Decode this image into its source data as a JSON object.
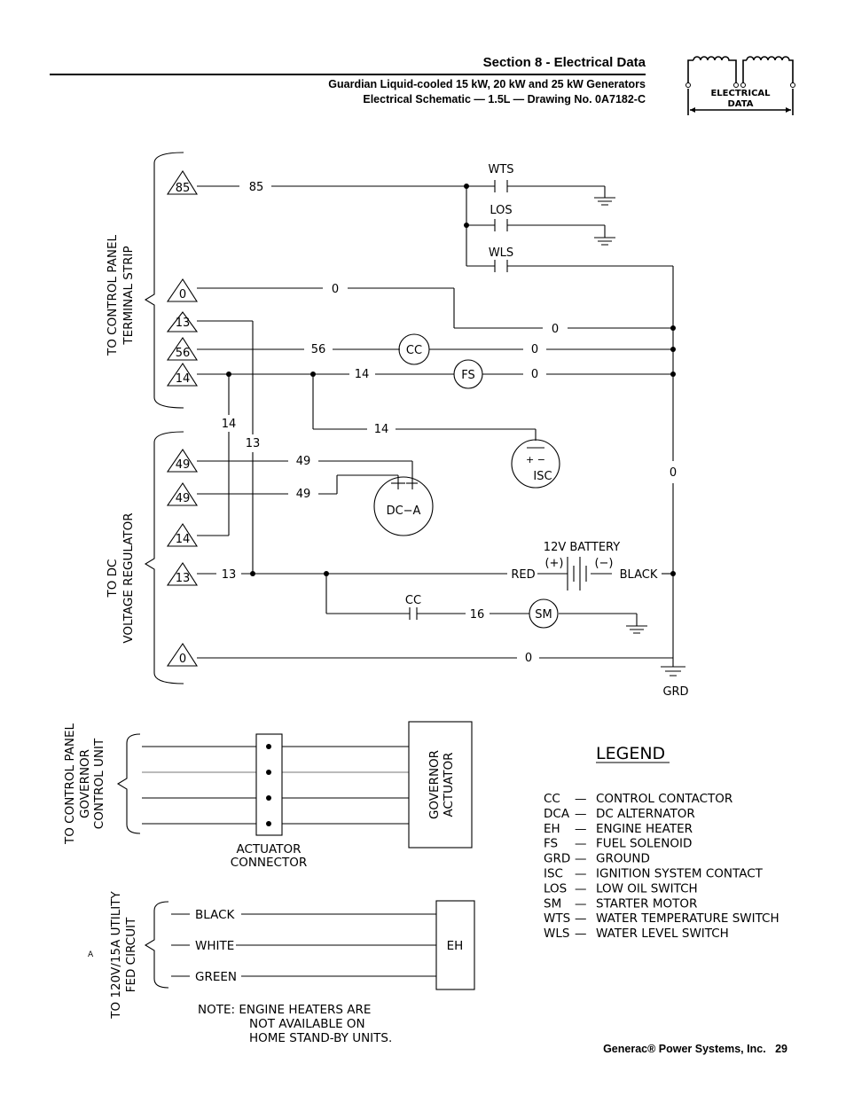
{
  "header": {
    "section": "Section 8 - Electrical Data",
    "line1": "Guardian Liquid-cooled 15 kW, 20 kW and 25 kW Generators",
    "line2": "Electrical Schematic — 1.5L — Drawing No. 0A7182-C"
  },
  "badge": {
    "line1": "ELECTRICAL",
    "line2": "DATA"
  },
  "schematic": {
    "terminal_strip_label": [
      "TO CONTROL PANEL",
      "TERMINAL STRIP"
    ],
    "voltage_regulator_label": [
      "TO DC",
      "VOLTAGE REGULATOR"
    ],
    "terminals_top": [
      "85",
      "0",
      "13",
      "56",
      "14"
    ],
    "terminals_bottom": [
      "49",
      "49",
      "14",
      "13",
      "0"
    ],
    "wire_labels": {
      "w85": "85",
      "w0a": "0",
      "w0b": "0",
      "w56": "56",
      "w0c": "0",
      "w14a": "14",
      "w0d": "0",
      "w14b": "14",
      "w14c": "14",
      "w13a": "13",
      "w49a": "49",
      "w49b": "49",
      "w13b": "13",
      "w16": "16",
      "w0e": "0",
      "w0f": "0"
    },
    "switches": {
      "wts": "WTS",
      "los": "LOS",
      "wls": "WLS"
    },
    "components": {
      "cc": "CC",
      "fs": "FS",
      "isc": "ISC",
      "isc_pol": "+ −",
      "dca": "DC−A",
      "sm": "SM",
      "cc_cap": "CC"
    },
    "battery": {
      "label": "12V BATTERY",
      "pos": "(+)",
      "neg": "(−)",
      "red": "RED",
      "black": "BLACK"
    },
    "grd": "GRD"
  },
  "governor": {
    "side_label": [
      "TO CONTROL PANEL",
      "GOVERNOR",
      "CONTROL UNIT"
    ],
    "connector_label": [
      "ACTUATOR",
      "CONNECTOR"
    ],
    "actuator_label": [
      "GOVERNOR",
      "ACTUATOR"
    ]
  },
  "heater": {
    "side_label": [
      "TO 120V/15A UTILITY",
      "FED CIRCUIT"
    ],
    "small_a": "A",
    "wires": [
      "BLACK",
      "WHITE",
      "GREEN"
    ],
    "box": "EH",
    "note": [
      "NOTE:  ENGINE HEATERS ARE",
      "NOT AVAILABLE ON",
      "HOME STAND-BY UNITS."
    ]
  },
  "legend": {
    "title": "LEGEND",
    "items": [
      {
        "code": "CC",
        "desc": "CONTROL CONTACTOR"
      },
      {
        "code": "DCA",
        "desc": "DC ALTERNATOR"
      },
      {
        "code": "EH",
        "desc": "ENGINE HEATER"
      },
      {
        "code": "FS",
        "desc": "FUEL SOLENOID"
      },
      {
        "code": "GRD",
        "desc": "GROUND"
      },
      {
        "code": "ISC",
        "desc": "IGNITION SYSTEM CONTACT"
      },
      {
        "code": "LOS",
        "desc": "LOW OIL SWITCH"
      },
      {
        "code": "SM",
        "desc": "STARTER MOTOR"
      },
      {
        "code": "WTS",
        "desc": "WATER TEMPERATURE SWITCH"
      },
      {
        "code": "WLS",
        "desc": "WATER LEVEL SWITCH"
      }
    ]
  },
  "footer": {
    "company": "Generac® Power Systems, Inc.",
    "page": "29"
  }
}
